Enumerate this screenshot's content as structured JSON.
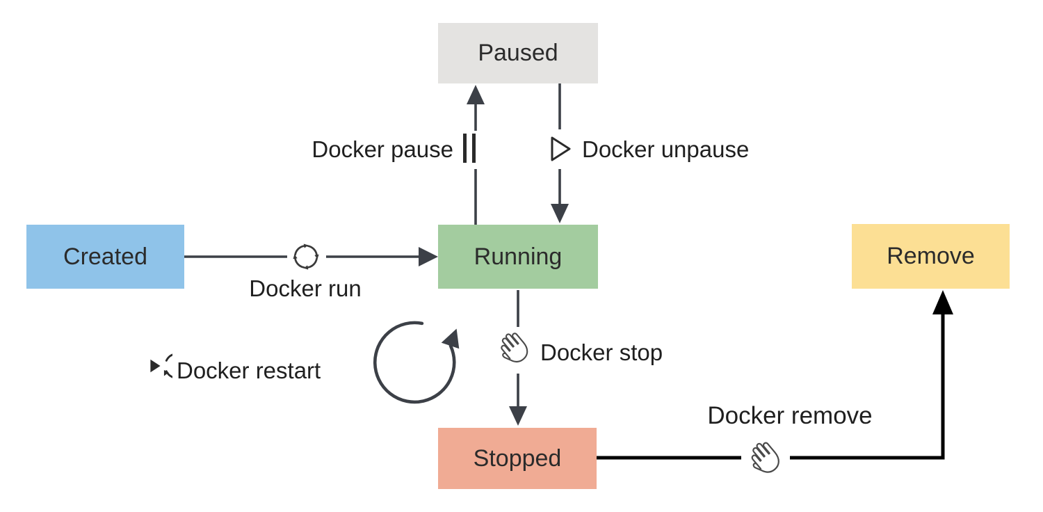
{
  "states": {
    "paused": {
      "label": "Paused",
      "bg": "#e4e3e1"
    },
    "created": {
      "label": "Created",
      "bg": "#8fc3e9"
    },
    "running": {
      "label": "Running",
      "bg": "#a3cc9f"
    },
    "stopped": {
      "label": "Stopped",
      "bg": "#f0ab94"
    },
    "remove": {
      "label": "Remove",
      "bg": "#fcdf94"
    }
  },
  "transitions": {
    "run": {
      "label": "Docker run",
      "icon": "sync-icon"
    },
    "pause": {
      "label": "Docker pause",
      "icon": "pause-icon"
    },
    "unpause": {
      "label": "Docker unpause",
      "icon": "play-outline-icon"
    },
    "stop": {
      "label": "Docker stop",
      "icon": "hand-icon"
    },
    "restart": {
      "label": "Docker restart",
      "icon": "restart-icon"
    },
    "remove": {
      "label": "Docker remove",
      "icon": "hand-icon"
    }
  },
  "colors": {
    "connector_line": "#3c4047",
    "connector_arrow": "#3c4047",
    "remove_line": "#000000",
    "icon_stroke": "#3a3a3a",
    "text": "#1f1f1f"
  }
}
